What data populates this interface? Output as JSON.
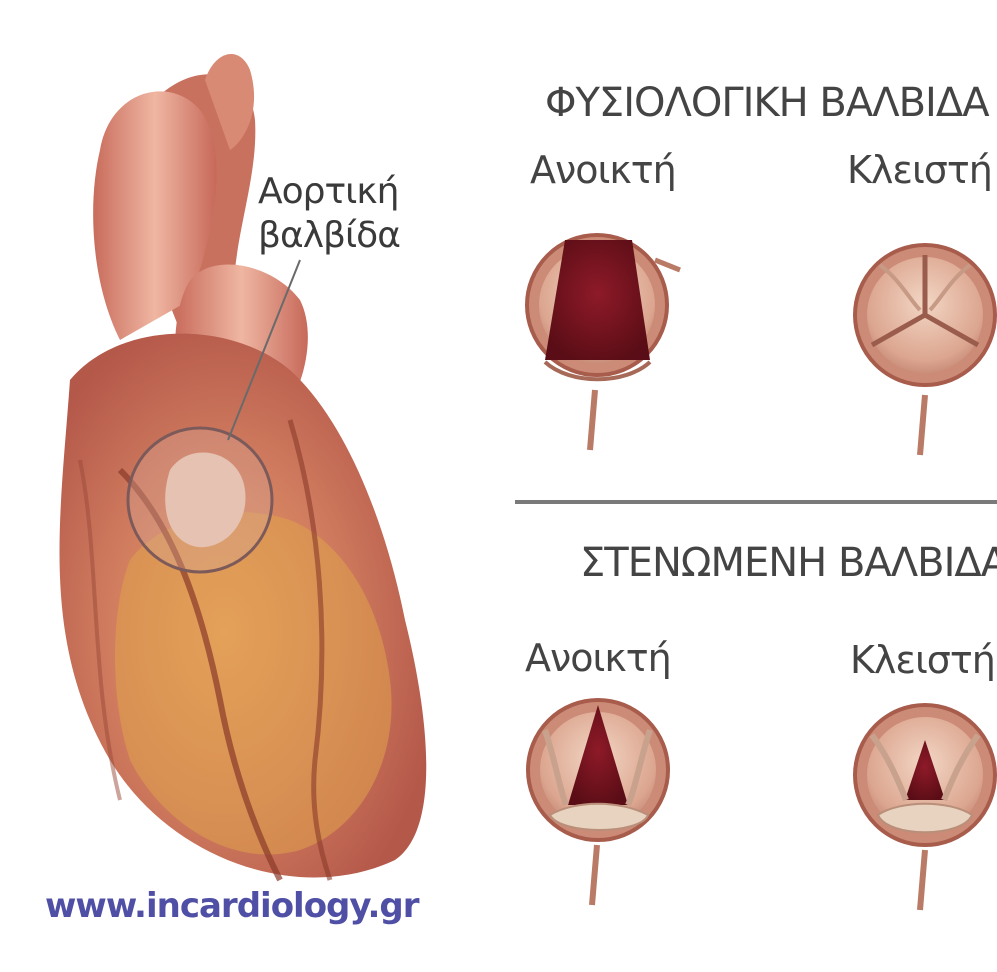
{
  "heart": {
    "callout_line1": "Αορτική",
    "callout_line2": "βαλβίδα",
    "website": "www.incardiology.gr"
  },
  "normal_section": {
    "heading": "ΦΥΣΙΟΛΟΓΙΚΗ ΒΑΛΒΙΔΑ",
    "open_label": "Ανοικτή",
    "closed_label": "Κλειστή"
  },
  "stenotic_section": {
    "heading": "ΣΤΕΝΩΜΕΝΗ ΒΑΛΒΙΔΑ",
    "open_label": "Ανοικτή",
    "closed_label": "Κλειστή"
  },
  "colors": {
    "tissue": "#d99a84",
    "tissue_dark": "#b85a4a",
    "lumen": "#7a1420",
    "fat": "#e0a24a",
    "divider": "#7a7a7a",
    "text": "#444444",
    "url": "#4f4fa6"
  }
}
